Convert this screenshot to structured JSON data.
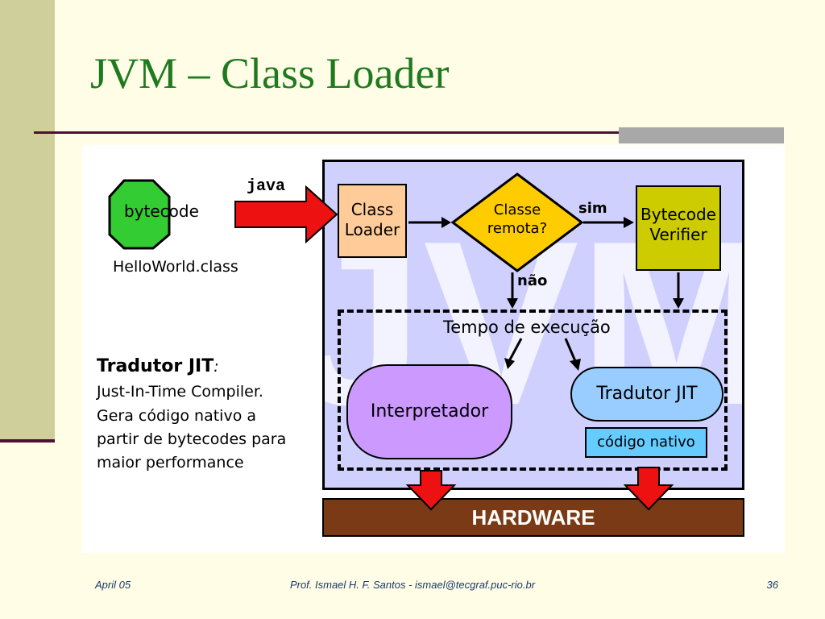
{
  "slide": {
    "title": "JVM – Class Loader"
  },
  "diagram": {
    "bytecode_label": "bytecode",
    "bytecode_file": "HelloWorld.class",
    "java_command": "java",
    "class_loader": [
      "Class",
      "Loader"
    ],
    "decision": [
      "Classe",
      "remota?"
    ],
    "yes_label": "sim",
    "no_label": "não",
    "verifier": [
      "Bytecode",
      "Verifier"
    ],
    "watermark": "JVM",
    "runtime_label": "Tempo de execução",
    "interpreter": "Interpretador",
    "jit_translator": "Tradutor JIT",
    "native_code": "código nativo",
    "hardware": "HARDWARE",
    "note": {
      "heading": "Tradutor JIT",
      "heading_suffix": ":",
      "lines": [
        "Just-In-Time Compiler.",
        "Gera código nativo a",
        "partir de bytecodes para",
        "maior performance"
      ]
    },
    "colors": {
      "bytecode": "#33cc33",
      "class_loader": "#ffcc99",
      "decision": "#ffcc00",
      "verifier": "#cccc00",
      "jvm_panel": "#d0d0ff",
      "interpreter": "#cc99ff",
      "jit_translator": "#99ccff",
      "native_code": "#66ccff",
      "hardware": "#7a3a15",
      "arrow": "#ee1111"
    }
  },
  "footer": {
    "date": "April 05",
    "author": "Prof. Ismael H. F. Santos -  ismael@tecgraf.puc-rio.br",
    "page": "36"
  }
}
